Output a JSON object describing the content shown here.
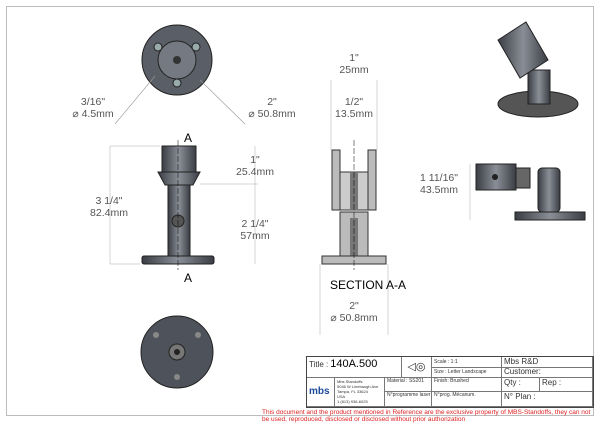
{
  "dimensions": {
    "hole_in": "3/16\"",
    "hole_mm": "4.5mm",
    "base_in": "2\"",
    "base_mm": "50.8mm",
    "total_in": "3 1/4\"",
    "total_mm": "82.4mm",
    "top_in": "1\"",
    "top_mm": "25.4mm",
    "lower_in": "2 1/4\"",
    "lower_mm": "57mm",
    "sec_outer_in": "1\"",
    "sec_outer_mm": "25mm",
    "sec_inner_in": "1/2\"",
    "sec_inner_mm": "13.5mm",
    "side_in": "1 11/16\"",
    "side_mm": "43.5mm",
    "sec_base_in": "2\"",
    "sec_base_mm": "50.8mm"
  },
  "labels": {
    "a_top": "A",
    "a_bottom": "A",
    "section": "SECTION A-A"
  },
  "title_block": {
    "title_label": "Title :",
    "title": "140A.500",
    "scale": "Scale : 1:1",
    "size": "Size : Letter Landscape",
    "company": "Mbs R&D",
    "customer": "Customer:",
    "qty": "Qty :",
    "rep": "Rep :",
    "plan": "N° Plan :",
    "address": [
      "Mbs Standoffs",
      "5046 W Linebaugh Ave",
      "Tampa, FL 33624",
      "USA",
      "1 (813) 936-6025"
    ],
    "material": "Material : SS201",
    "finish": "Finish: Brushed",
    "laser": "N°programme laser",
    "prog": "N°prog. Mécanum.",
    "logo": "mbs"
  },
  "disclaimer": "This document and the product mentioned in Reference are the exclusive property of MBS-Standoffs, they can not be used, reproduced, disclosed or disclosed without prior authorization"
}
